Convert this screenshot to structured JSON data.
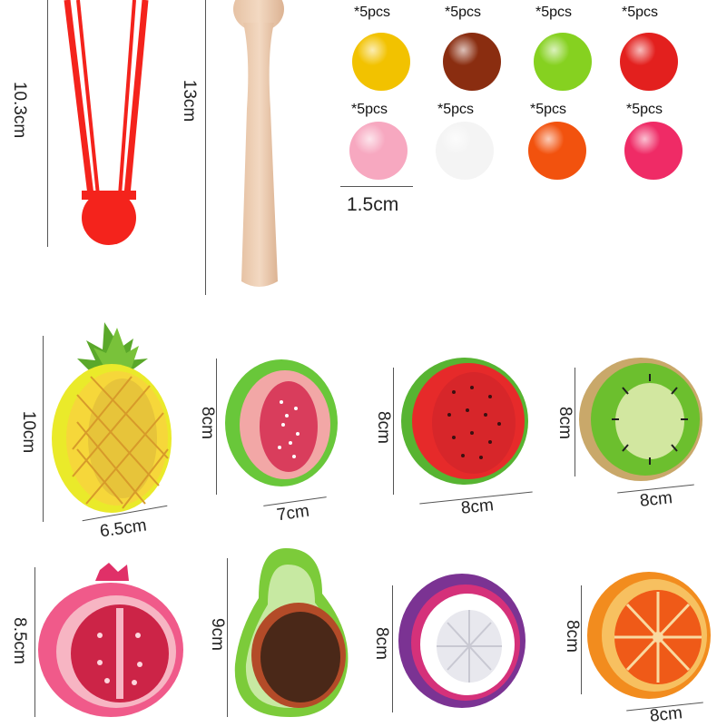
{
  "top": {
    "tongs": {
      "dimension": "10.3cm"
    },
    "spoon": {
      "dimension": "13cm"
    },
    "balls": {
      "row1": [
        {
          "qty": "*5pcs",
          "color": "#f2c200"
        },
        {
          "qty": "*5pcs",
          "color": "#8a2d10"
        },
        {
          "qty": "*5pcs",
          "color": "#86d120"
        },
        {
          "qty": "*5pcs",
          "color": "#e3201e"
        }
      ],
      "row2": [
        {
          "qty": "*5pcs",
          "color": "#f7a8c0"
        },
        {
          "qty": "*5pcs",
          "color": "#f4f4f4"
        },
        {
          "qty": "*5pcs",
          "color": "#f2520e"
        },
        {
          "qty": "*5pcs",
          "color": "#ef2b66"
        }
      ],
      "diameter": "1.5cm"
    }
  },
  "fruits_row1": [
    {
      "name": "pineapple",
      "height": "10cm",
      "width": "6.5cm"
    },
    {
      "name": "guava",
      "height": "8cm",
      "width": "7cm"
    },
    {
      "name": "watermelon",
      "height": "8cm",
      "width": "8cm"
    },
    {
      "name": "kiwi",
      "height": "8cm",
      "width": "8cm"
    }
  ],
  "fruits_row2": [
    {
      "name": "pomegranate",
      "height": "8.5cm"
    },
    {
      "name": "avocado",
      "height": "9cm"
    },
    {
      "name": "mangosteen",
      "height": "8cm"
    },
    {
      "name": "orange",
      "height": "8cm",
      "width": "8cm"
    }
  ]
}
